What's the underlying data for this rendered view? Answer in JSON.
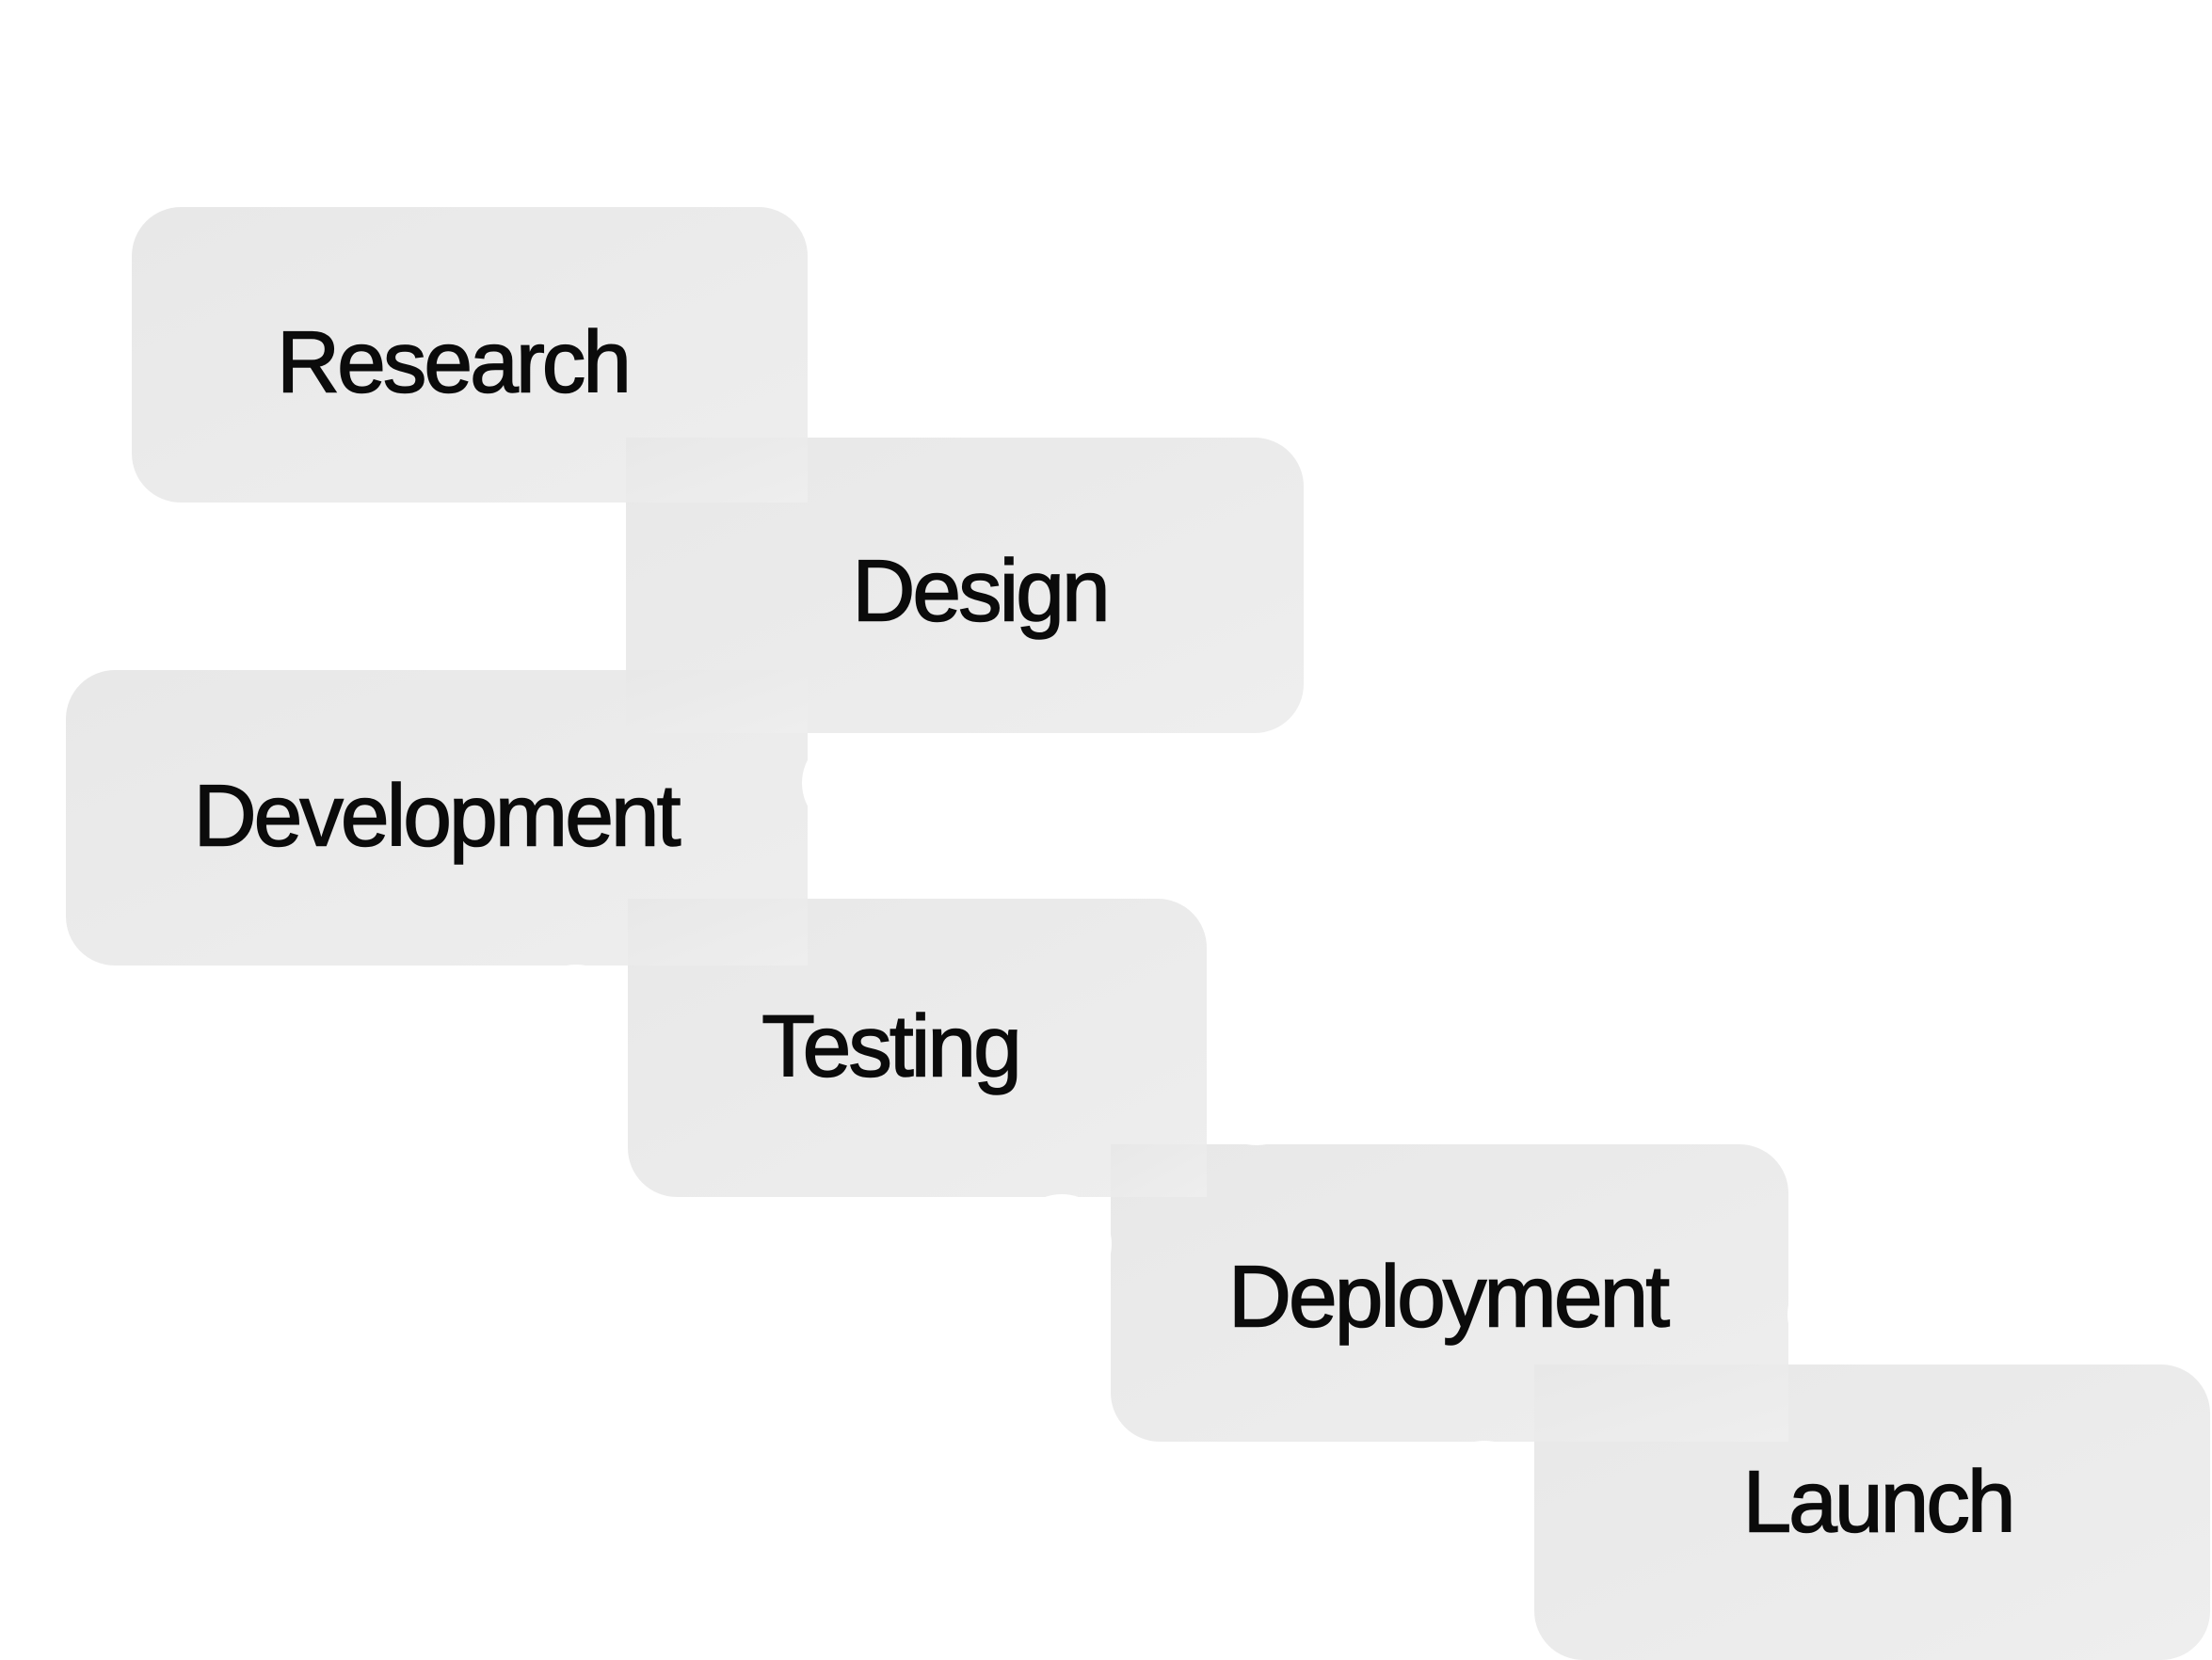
{
  "diagram": {
    "fill_color": "#eaeaea",
    "steps": [
      {
        "label": "Research"
      },
      {
        "label": "Design"
      },
      {
        "label": "Development"
      },
      {
        "label": "Testing"
      },
      {
        "label": "Deployment"
      },
      {
        "label": "Launch"
      }
    ]
  }
}
